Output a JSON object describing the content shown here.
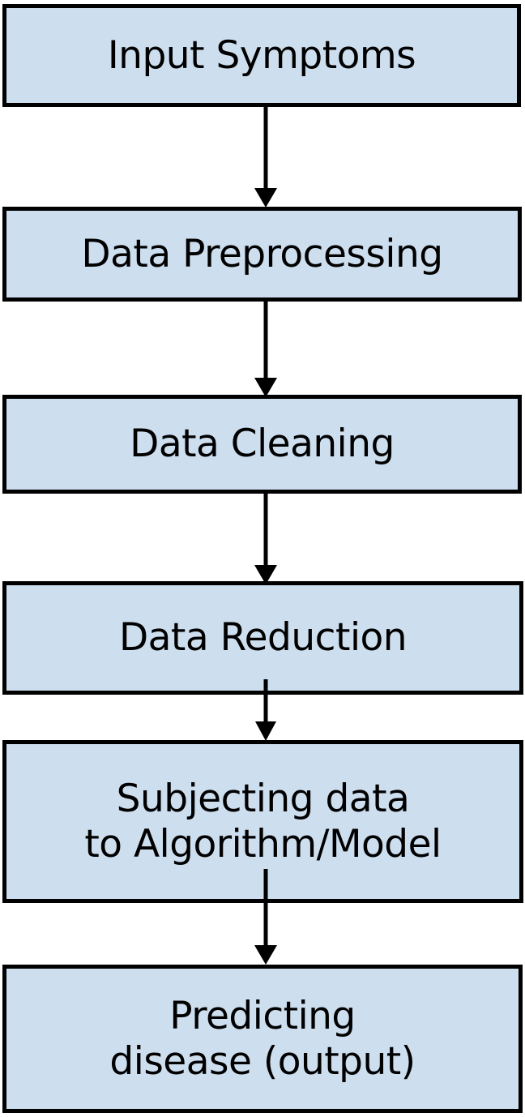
{
  "diagram": {
    "title": "Disease prediction pipeline flowchart",
    "orientation": "vertical-top-down",
    "colors": {
      "node_fill": "#cddeef",
      "node_border": "#000000",
      "arrow": "#000000",
      "background": "#ffffff",
      "text": "#000000"
    },
    "nodes": [
      {
        "id": "input-symptoms",
        "label": "Input Symptoms",
        "lines": [
          "Input Symptoms"
        ],
        "shape": "rectangle"
      },
      {
        "id": "data-preprocessing",
        "label": "Data Preprocessing",
        "lines": [
          "Data Preprocessing"
        ],
        "shape": "rectangle"
      },
      {
        "id": "data-cleaning",
        "label": "Data Cleaning",
        "lines": [
          "Data Cleaning"
        ],
        "shape": "rectangle"
      },
      {
        "id": "data-reduction",
        "label": "Data Reduction",
        "lines": [
          "Data Reduction"
        ],
        "shape": "rectangle"
      },
      {
        "id": "subjecting-data",
        "label": "Subjecting data\nto Algorithm/Model",
        "lines": [
          "Subjecting data",
          "to Algorithm/Model"
        ],
        "shape": "rectangle"
      },
      {
        "id": "predicting-disease",
        "label": "Predicting\ndisease (output)",
        "lines": [
          "Predicting",
          "disease (output)"
        ],
        "shape": "rectangle"
      }
    ],
    "edges": [
      {
        "id": "edge-1",
        "from": "input-symptoms",
        "to": "data-preprocessing",
        "marker": "arrow-down"
      },
      {
        "id": "edge-2",
        "from": "data-preprocessing",
        "to": "data-cleaning",
        "marker": "arrow-down"
      },
      {
        "id": "edge-3",
        "from": "data-cleaning",
        "to": "data-reduction",
        "marker": "arrow-down"
      },
      {
        "id": "edge-4",
        "from": "data-reduction",
        "to": "subjecting-data",
        "marker": "arrow-down"
      },
      {
        "id": "edge-5",
        "from": "subjecting-data",
        "to": "predicting-disease",
        "marker": "arrow-down"
      }
    ]
  }
}
